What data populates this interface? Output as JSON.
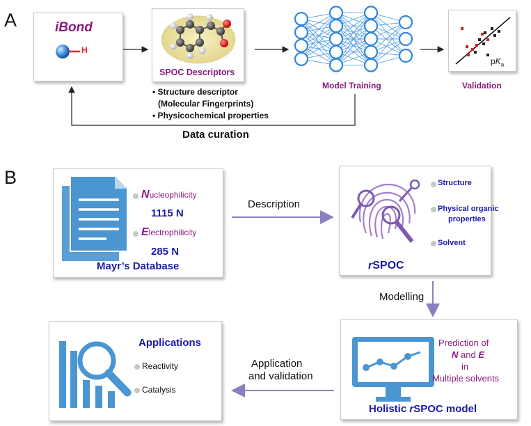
{
  "panel_a": {
    "letter": "A",
    "ibond_title": "iBond",
    "h_label": "H",
    "spoc_descriptors_label": "SPOC Descriptors",
    "bullets": [
      "• Structure descriptor",
      "(Molecular Fingerprints)",
      "• Physicochemical properties"
    ],
    "model_training_label": "Model Training",
    "validation_label": "Validation",
    "pka_label_p": "p",
    "pka_label_k": "K",
    "pka_label_a": "a",
    "data_curation_label": "Data curation"
  },
  "panel_b": {
    "letter": "B",
    "mayr": {
      "n_initial": "N",
      "n_rest": "ucleophilicity",
      "n_count": "1115 N",
      "e_initial": "E",
      "e_rest": "lectrophilicity",
      "e_count": "285 N",
      "title": "Mayr’s Database"
    },
    "description_label": "Description",
    "rspoc": {
      "items": [
        "Structure",
        "Physical organic",
        "properties",
        "Solvent"
      ],
      "title_r": "r",
      "title_rest": "SPOC"
    },
    "modelling_label": "Modelling",
    "holistic": {
      "prediction_line1": "Prediction of",
      "prediction_n": "N",
      "prediction_and": " and ",
      "prediction_e": "E",
      "prediction_in": "in",
      "prediction_line4": "Multiple solvents",
      "title_pre": "Holistic ",
      "title_r": "r",
      "title_rest": "SPOC model"
    },
    "application_label_1": "Application",
    "application_label_2": "and validation",
    "applications": {
      "title": "Applications",
      "items": [
        "Reactivity",
        "Catalysis"
      ]
    }
  },
  "colors": {
    "purple": "#8b1a7f",
    "blue": "#1a1aa8",
    "light_blue": "#4b9cd3",
    "arrow_purple": "#8a7fc0"
  }
}
